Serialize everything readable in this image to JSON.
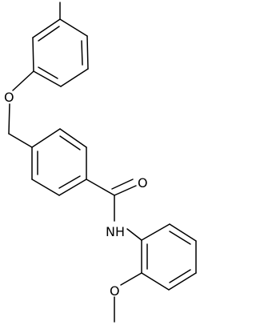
{
  "labels": {
    "ether_oxygen": "O",
    "amide_oxygen": "O",
    "amide_nitrogen": "NH",
    "methoxy_oxygen": "O"
  }
}
